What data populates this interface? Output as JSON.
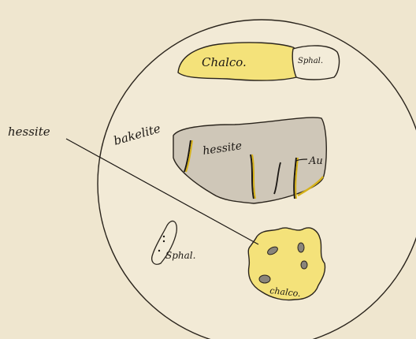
{
  "labels": {
    "chalco_top": "Chalco.",
    "sphal_top": "Sphal.",
    "bakelite": "bakelite",
    "hessite_inside": "hessite",
    "au": "Au",
    "hessite_pointer": "hessite",
    "sphal_small": "Sphal.",
    "chalco_bottom": "chalco."
  },
  "colors": {
    "paper": "#efe6cf",
    "mount": "#f2ead6",
    "chalcopyrite_yellow": "#f4e27a",
    "sphalerite_fill": "#f3ecd9",
    "hessite_gray": "#cfc7b8",
    "gold_vein": "#d6b21a",
    "ink": "#1c1814",
    "dark_inclusion": "#8a857b"
  }
}
